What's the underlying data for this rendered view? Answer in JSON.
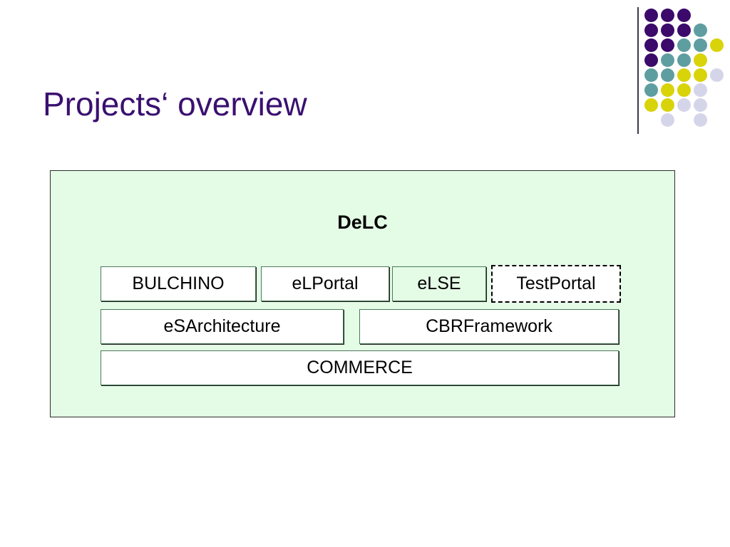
{
  "slide": {
    "title": "Projects‘ overview",
    "title_color": "#3a1070",
    "background": "#ffffff"
  },
  "logo": {
    "name": "dot-matrix-logo",
    "colors": {
      "purple": "#3b0a6b",
      "teal": "#5f9ea0",
      "yellow": "#d9d30a",
      "lavender": "#d5d5ea",
      "rule": "#3b3b4a"
    },
    "grid": [
      [
        "purple",
        "purple",
        "purple",
        null,
        null
      ],
      [
        "purple",
        "purple",
        "purple",
        "teal",
        null
      ],
      [
        "purple",
        "purple",
        "teal",
        "teal",
        "yellow"
      ],
      [
        "purple",
        "teal",
        "teal",
        "yellow",
        null
      ],
      [
        "teal",
        "teal",
        "yellow",
        "yellow",
        "lavender"
      ],
      [
        "teal",
        "yellow",
        "yellow",
        "lavender",
        null
      ],
      [
        "yellow",
        "yellow",
        "lavender",
        "lavender",
        null
      ],
      [
        null,
        "lavender",
        null,
        "lavender",
        null
      ]
    ]
  },
  "panel": {
    "heading": "DeLC",
    "fill_color": "#e4fbe6",
    "border_color": "#2e2e2e",
    "rows": [
      {
        "row_name": "row-1",
        "boxes": [
          {
            "label": "BULCHINO",
            "style": "filled"
          },
          {
            "label": "eLPortal",
            "style": "filled"
          },
          {
            "label": "eLSE",
            "style": "transparent"
          },
          {
            "label": "TestPortal",
            "style": "dashed"
          }
        ]
      },
      {
        "row_name": "row-2",
        "boxes": [
          {
            "label": "eSArchitecture",
            "style": "filled"
          },
          {
            "label": "CBRFramework",
            "style": "filled"
          }
        ]
      },
      {
        "row_name": "row-3",
        "boxes": [
          {
            "label": "COMMERCE",
            "style": "filled"
          }
        ]
      }
    ]
  }
}
